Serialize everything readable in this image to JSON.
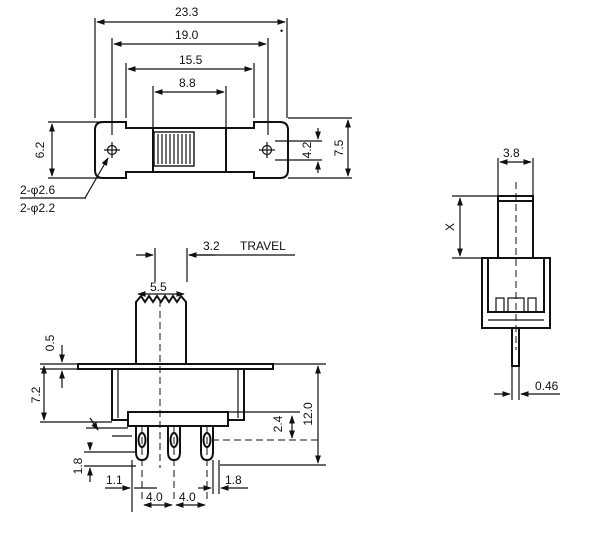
{
  "top_view": {
    "dim_overall": "23.3",
    "dim_mounting": "19.0",
    "dim_body": "15.5",
    "dim_slot": "8.8",
    "dim_height_left": "6.2",
    "dim_hole_spacing": "4.2",
    "dim_height_right": "7.5",
    "hole_note_1": "2-φ2.6",
    "hole_note_2": "2-φ2.2"
  },
  "front_view": {
    "dim_travel": "3.2",
    "travel_label": "TRAVEL",
    "dim_actuator": "5.5",
    "dim_plate": "0.5",
    "dim_body_height": "7.2",
    "dim_pin_offset": "2.4",
    "dim_total_height": "12.0",
    "dim_pin_tip": "1.8",
    "dim_left_margin": "1.1",
    "dim_pitch_1": "4.0",
    "dim_pitch_2": "4.0",
    "dim_right_margin": "1.8"
  },
  "side_view": {
    "dim_width": "3.8",
    "dim_x": "X",
    "dim_pin_thickness": "0.46"
  }
}
